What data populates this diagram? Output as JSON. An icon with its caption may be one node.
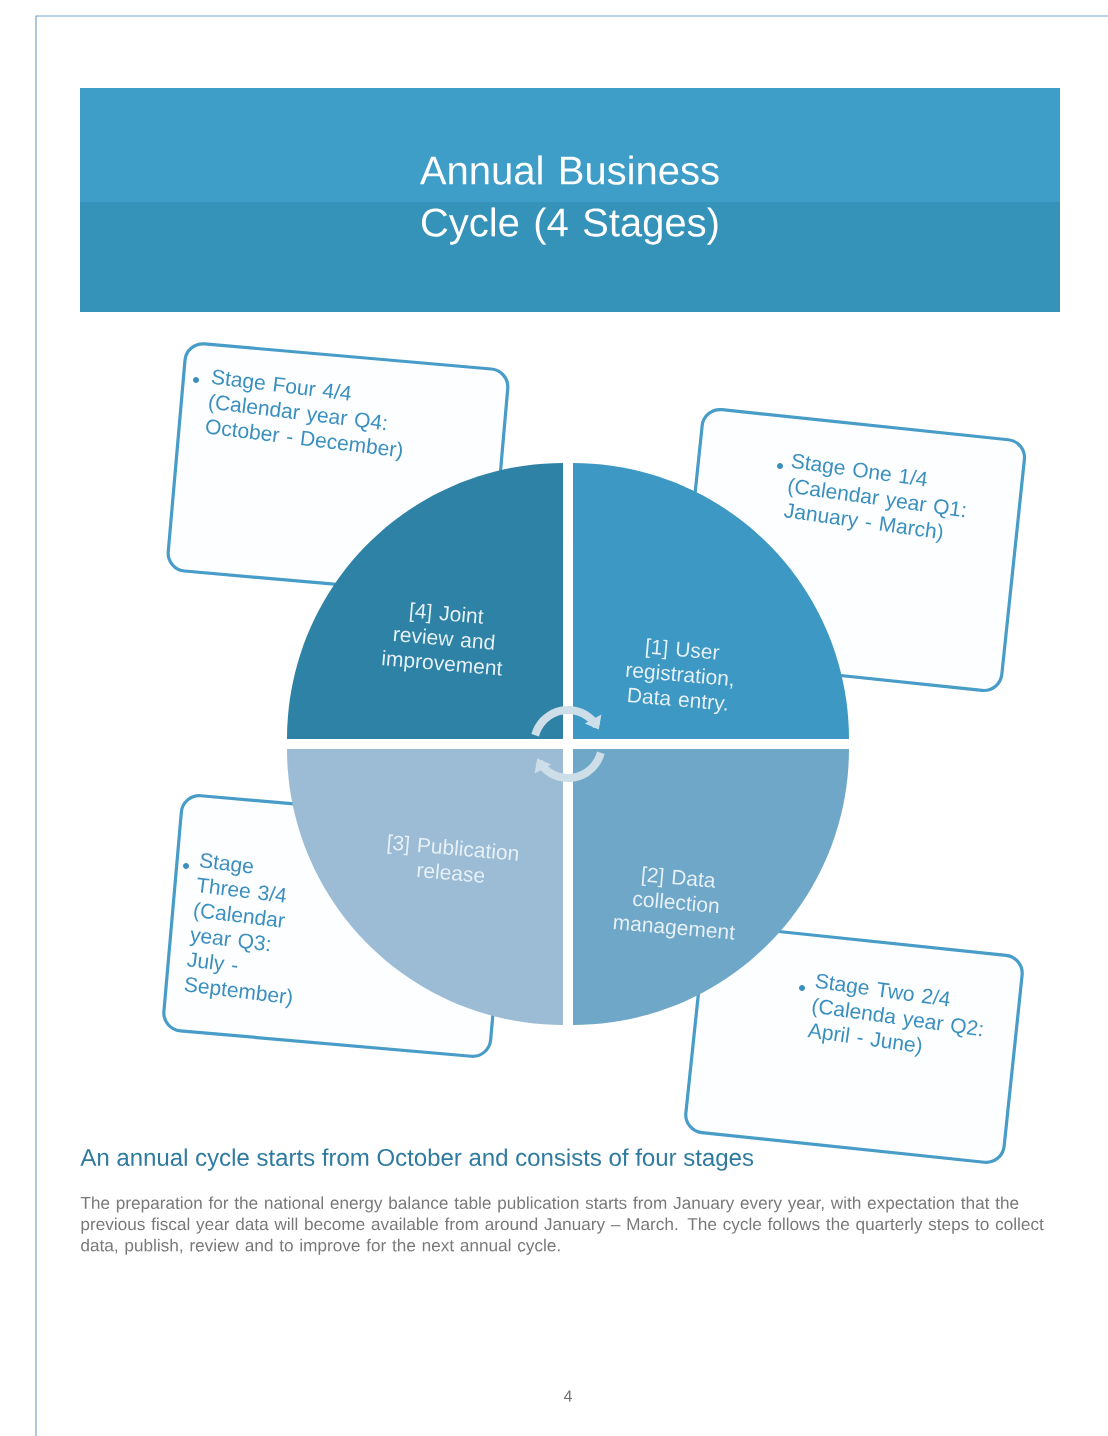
{
  "diagram": {
    "title": "Annual Business Cycle (4 Stages)",
    "nodes": [
      {
        "text": [
          "Stage Four 4/4 (Calendar year Q4: October - December)"
        ]
      },
      {
        "text": [
          "Stage One 1/4 (Calendar year Q1: January - March)"
        ]
      },
      {
        "text": [
          "[4] Joint review and improvement"
        ]
      },
      {
        "text": [
          "[1] User registration, Data entry."
        ]
      },
      {
        "text": [
          "Stage Three 3/4 (Calendar year Q3: July - September)"
        ]
      },
      {
        "text": [
          "[3] Publication release"
        ]
      },
      {
        "text": [
          "[2] Data collection management"
        ]
      },
      {
        "text": [
          "Stage Two 2/4 (Calenda year Q2: April - June)"
        ]
      }
    ],
    "edges": [],
    "labels": [
      "An annual cycle starts from October and consists of four stages",
      "The preparation for the national energy balance table publication starts from January every year, with expectation that the previous fiscal year data will become available from around January – March. The cycle follows the quarterly steps to collect data, publish, review and to improve for the next annual cycle.",
      "4"
    ]
  }
}
